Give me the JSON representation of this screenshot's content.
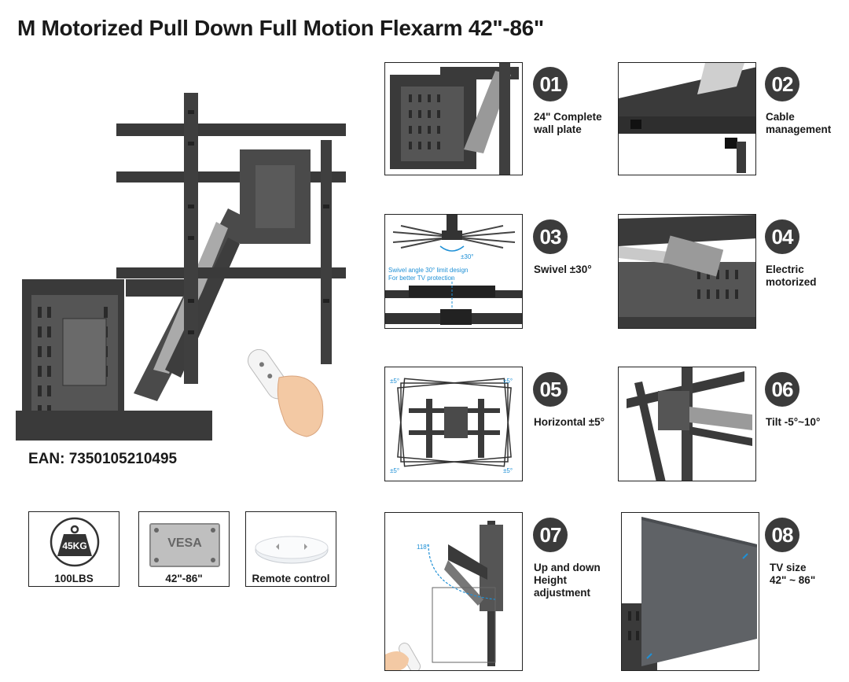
{
  "title": "M Motorized Pull Down Full Motion Flexarm 42\"-86\"",
  "ean": "EAN: 7350105210495",
  "specs": [
    {
      "icon": "weight-icon",
      "badge": "45KG",
      "label": "100LBS"
    },
    {
      "icon": "vesa-icon",
      "badge": "VESA",
      "label": "42\"-86\""
    },
    {
      "icon": "remote-icon",
      "badge": "",
      "label": "Remote control"
    }
  ],
  "features": [
    {
      "number": "01",
      "caption": "24\" Complete\nwall plate"
    },
    {
      "number": "02",
      "caption": "Cable\nmanagement"
    },
    {
      "number": "03",
      "caption": "Swivel ±30°"
    },
    {
      "number": "04",
      "caption": "Electric\nmotorized"
    },
    {
      "number": "05",
      "caption": "Horizontal ±5°"
    },
    {
      "number": "06",
      "caption": "Tilt -5°~10°"
    },
    {
      "number": "07",
      "caption": "Up and down\nHeight\nadjustment"
    },
    {
      "number": "08",
      "caption": "TV size\n42\" ~ 86\""
    }
  ],
  "annotations": {
    "swivel_line1": "Swivel angle 30° limit design",
    "swivel_line2": "For better TV protection",
    "swivel_angle": "±30°",
    "horizontal_angle": "±5°",
    "height_angle": "118°"
  },
  "colors": {
    "accent": "#1e90d6",
    "dark": "#3b3b3b"
  }
}
